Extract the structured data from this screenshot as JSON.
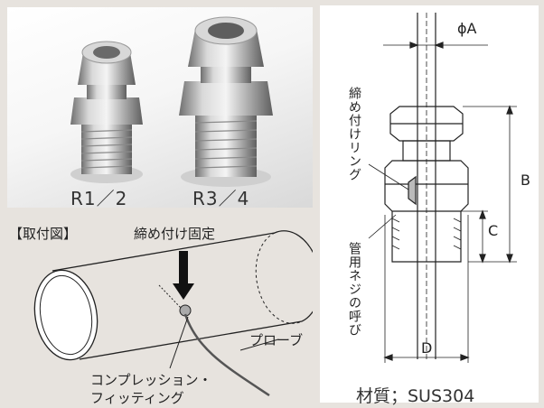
{
  "photo": {
    "caption_left": "R1／2",
    "caption_right": "R3／4"
  },
  "install": {
    "title": "【取付図】",
    "fix_label": "締め付け固定",
    "probe_label": "プローブ",
    "fitting_line1": "コンプレッション・",
    "fitting_line2": "フィッティング"
  },
  "spec": {
    "dim_a": "ϕA",
    "dim_b": "B",
    "dim_c": "C",
    "dim_d": "D",
    "ring_label": "締め付けリング",
    "thread_label": "管用ネジの呼び",
    "material": "材質；SUS304"
  }
}
